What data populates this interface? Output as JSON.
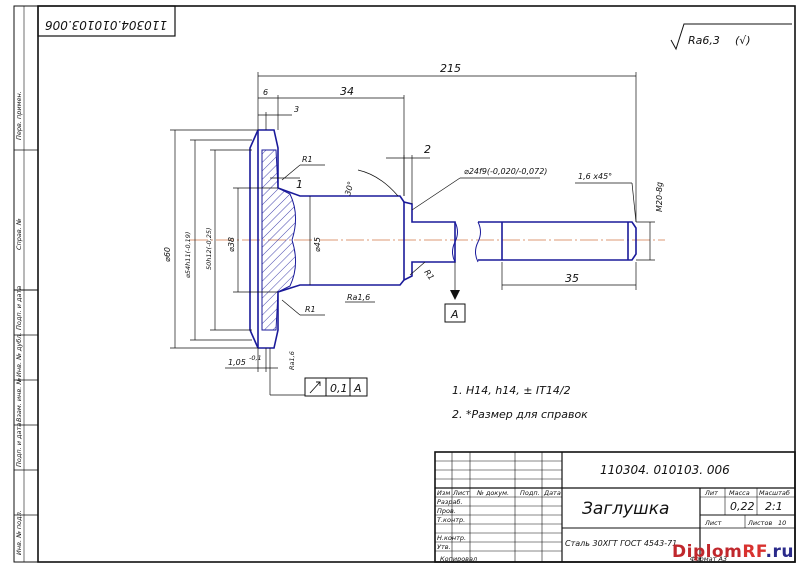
{
  "stamp_code_inverted": "110304.010103.006",
  "roughness": {
    "text": "Ra6,3",
    "suffix": "(√)"
  },
  "dims": {
    "overall_length": "215",
    "d6": "6",
    "d34": "34",
    "d3": "3",
    "d2": "2",
    "d1": "1",
    "r1_top": "R1",
    "r1_mid": "R1",
    "r1_bottom": "R1",
    "angle": "30°",
    "shaft_dia": "⌀24f9(-0,020/-0,072)",
    "chamfer": "1,6 x45°",
    "thread": "M20-8g",
    "d35": "35",
    "d60": "⌀60",
    "d54": "⌀54h11(-0,19)",
    "d50": "50h12(-0,25)",
    "d38": "⌀38",
    "d45": "⌀45",
    "ra16": "Ra1,6",
    "ra16_side": "Ra1,6",
    "d105": "1,05",
    "d105_tol": "-0,1",
    "datum": "A",
    "runout_value": "0,1",
    "runout_datum": "A"
  },
  "notes": [
    "1. H14, h14, ± IT14/2",
    "2. *Размер для справок"
  ],
  "title_block": {
    "code": "110304. 010103. 006",
    "name": "Заглушка",
    "material": "Сталь 30ХГТ ГОСТ 4543-71",
    "mass": "0,22",
    "scale": "2:1",
    "col_lit": "Лит",
    "col_mass": "Масса",
    "col_scale": "Масштаб",
    "sheet": "Лист",
    "sheets": "Листов",
    "sheets_count": "10",
    "rows": [
      "Изм",
      "Лист",
      "№ докум.",
      "Подп.",
      "Дата"
    ],
    "roles": [
      "Разраб.",
      "Пров.",
      "Т.контр.",
      "Н.контр.",
      "Утв."
    ],
    "copied": "Копировал",
    "format": "Формат А3"
  },
  "side_strip": [
    "Перв. примен.",
    "Справ. №",
    "Подп. и дата",
    "Инв. № дубл.",
    "Взам. инв. №",
    "Подп. и дата",
    "Инв. № подл."
  ],
  "watermark": {
    "part1": "Diplom",
    "part2": "RF",
    "part3": ".ru"
  }
}
